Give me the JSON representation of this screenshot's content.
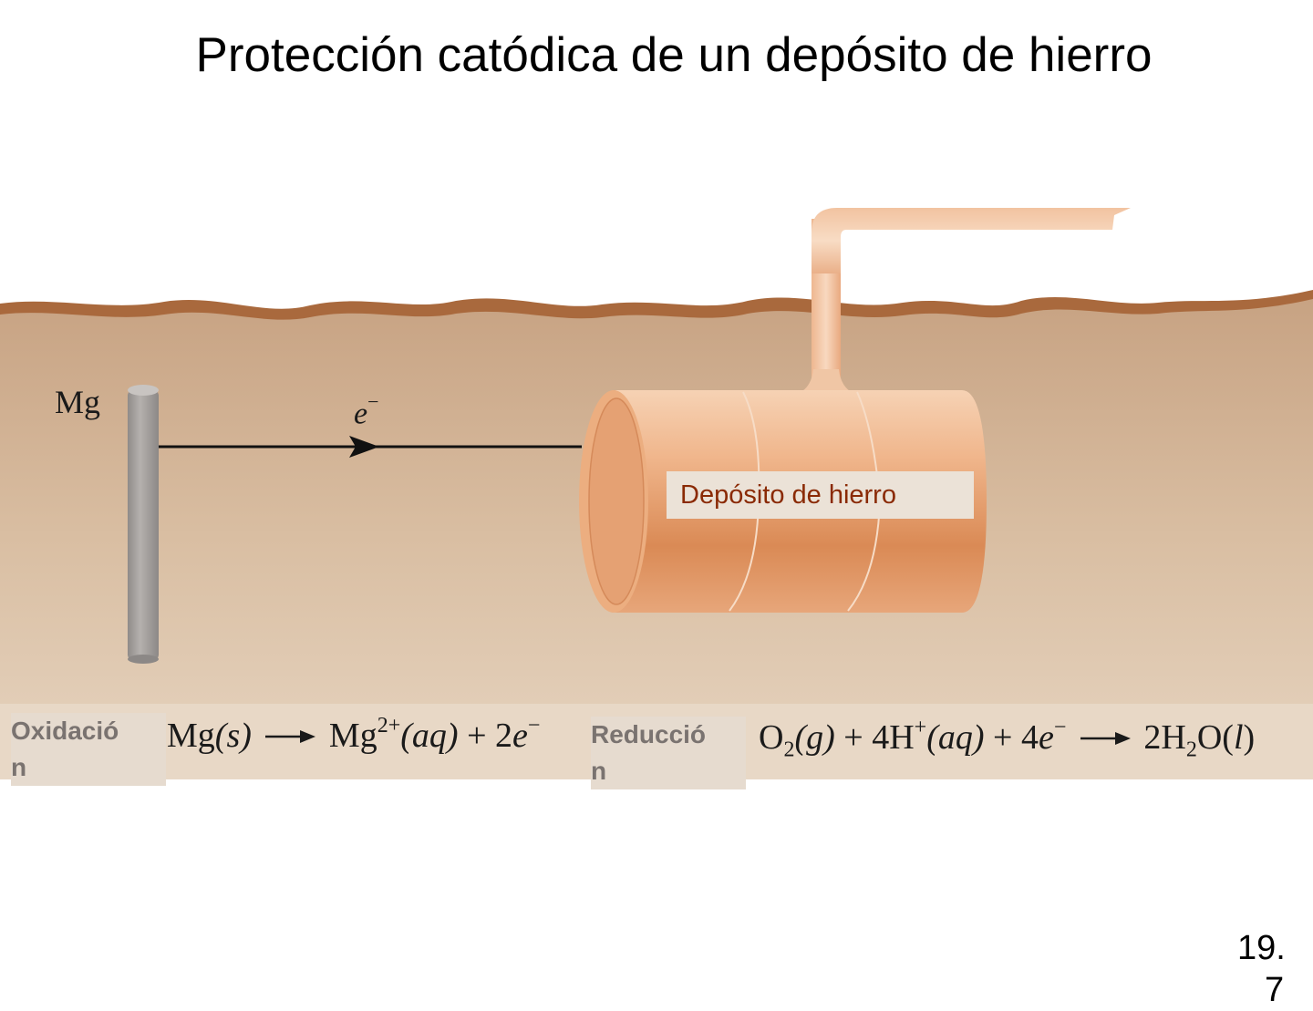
{
  "slide": {
    "title": "Protección catódica de un depósito de hierro",
    "number_line1": "19.",
    "number_line2": "7"
  },
  "diagram": {
    "anode_label": "Mg",
    "electron_label": "e",
    "electron_charge": "−",
    "tank_label": "Depósito de hierro",
    "colors": {
      "soil_top": "#c8a484",
      "soil_bottom": "#e6d3bd",
      "ground_surface": "#a8693c",
      "tank": "#e09a66",
      "tank_label_text": "#8a2a05",
      "mg_rod": "#a6a2a0",
      "reaction_label": "#7a7370"
    }
  },
  "reactions": {
    "oxidation": {
      "label_line1": "Oxidació",
      "label_line2": "n",
      "reactant": "Mg",
      "reactant_state": "(s)",
      "product": "Mg",
      "product_charge": "2+",
      "product_state": "(aq)",
      "plus": "+",
      "electrons_coef": "2",
      "electron": "e",
      "electron_charge": "−"
    },
    "reduction": {
      "label_line1": "Reducció",
      "label_line2": "n",
      "o2": "O",
      "o2_sub": "2",
      "o2_state": "(g)",
      "plus1": "+",
      "h_coef": "4H",
      "h_charge": "+",
      "h_state": "(aq)",
      "plus2": "+",
      "e_coef": "4",
      "electron": "e",
      "electron_charge": "−",
      "product_coef": "2H",
      "product_sub": "2",
      "product_o": "O(",
      "product_state": "l",
      "product_close": ")"
    }
  }
}
